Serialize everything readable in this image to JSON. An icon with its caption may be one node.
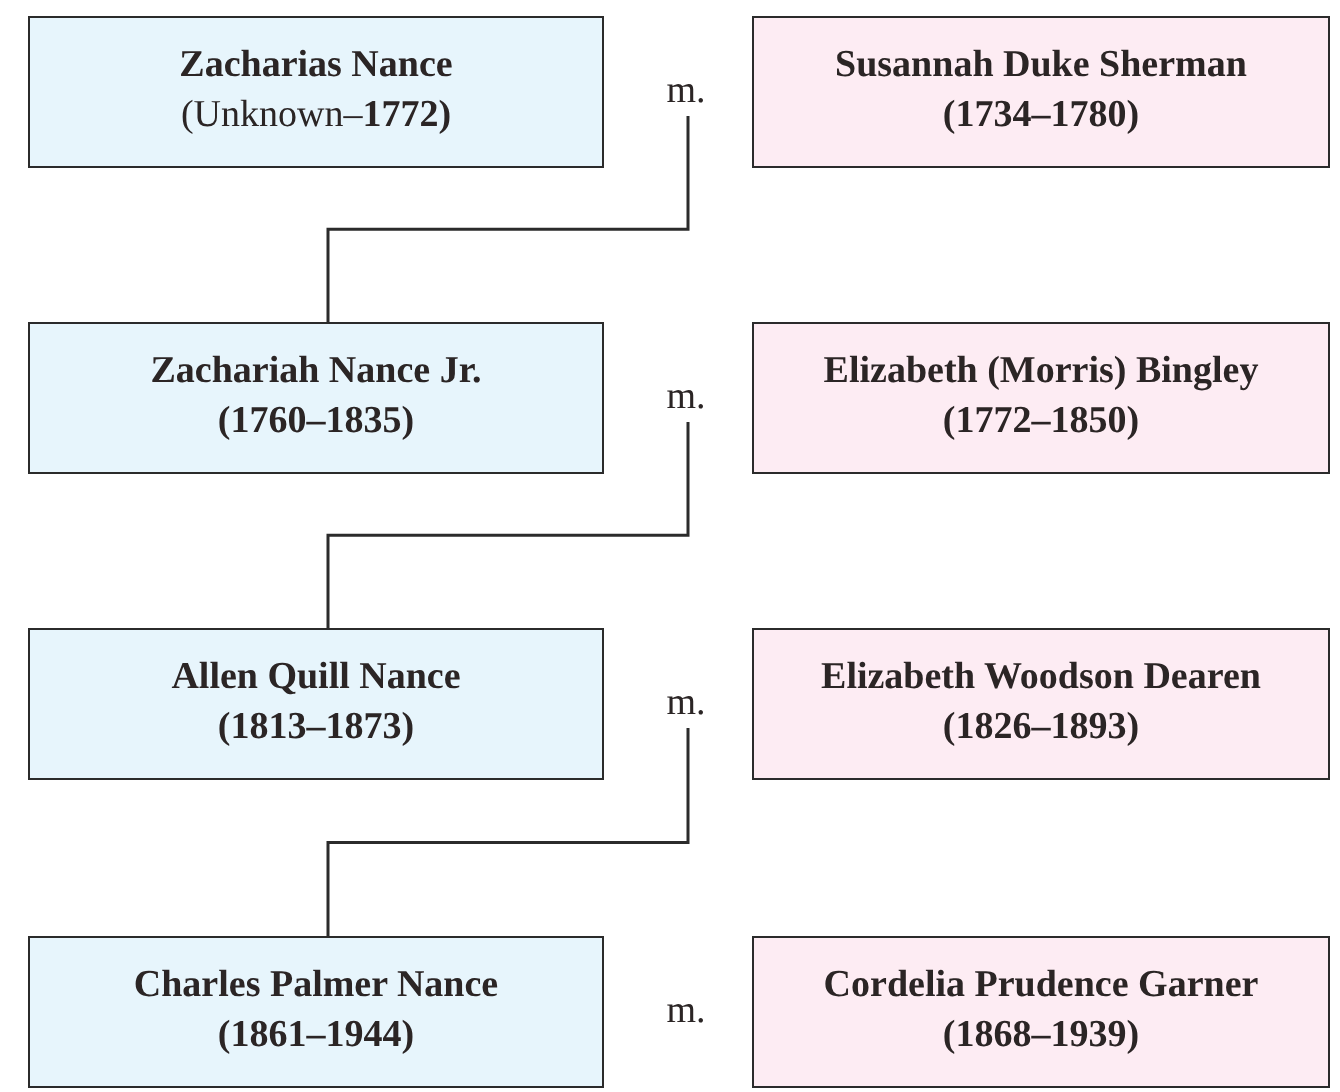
{
  "diagram": {
    "nodes": [
      {
        "text": [
          "Zacharias Nance",
          "(Unknown–**1772)**"
        ]
      },
      {
        "text": [
          "m."
        ]
      },
      {
        "text": [
          "Susannah Duke Sherman",
          "(1734–1780)"
        ]
      },
      {
        "text": [
          "Zachariah Nance Jr.",
          "(1760–1835)"
        ]
      },
      {
        "text": [
          "m."
        ]
      },
      {
        "text": [
          "Elizabeth (Morris) Bingley",
          "(1772–1850)"
        ]
      },
      {
        "text": [
          "Allen Quill Nance",
          "(1813–1873)"
        ]
      },
      {
        "text": [
          "m."
        ]
      },
      {
        "text": [
          "Elizabeth Woodson Dearen",
          "(1826–1893)"
        ]
      },
      {
        "text": [
          "Charles Palmer Nance",
          "(1861–1944)"
        ]
      },
      {
        "text": [
          "Cordelia Prudence Garner",
          "(1868–1939)"
        ]
      }
    ],
    "edges": [
      {
        "from": 1,
        "to": 3,
        "arrow": "none"
      },
      {
        "from": 4,
        "to": 6,
        "arrow": "none"
      },
      {
        "from": 7,
        "to": 9,
        "arrow": "none"
      }
    ],
    "labels": [
      "m."
    ]
  }
}
